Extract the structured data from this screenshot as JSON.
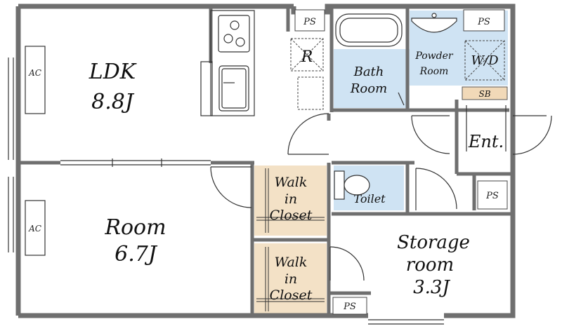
{
  "colors": {
    "wall": "#6f6f6f",
    "bath_fill": "#cfe3f3",
    "closet_fill": "#f3e1c6",
    "shoebox_fill": "#f1d9b8",
    "line": "#222222"
  },
  "rooms": {
    "ldk": {
      "name": "LDK",
      "size": "8.8J"
    },
    "room": {
      "name": "Room",
      "size": "6.7J"
    },
    "storage": {
      "line1": "Storage",
      "line2": "room",
      "size": "3.3J"
    },
    "bath": {
      "line1": "Bath",
      "line2": "Room"
    },
    "powder": {
      "line1": "Powder",
      "line2": "Room"
    },
    "wd": "W/D",
    "closet_upper": {
      "line1": "Walk",
      "line2": "in",
      "line3": "Closet"
    },
    "closet_lower": {
      "line1": "Walk",
      "line2": "in",
      "line3": "Closet"
    },
    "toilet": "Toilet",
    "entrance": "Ent.",
    "shoebox": "SB",
    "refrigerator": "R"
  },
  "labels": {
    "ps": "PS",
    "ac": "AC"
  }
}
